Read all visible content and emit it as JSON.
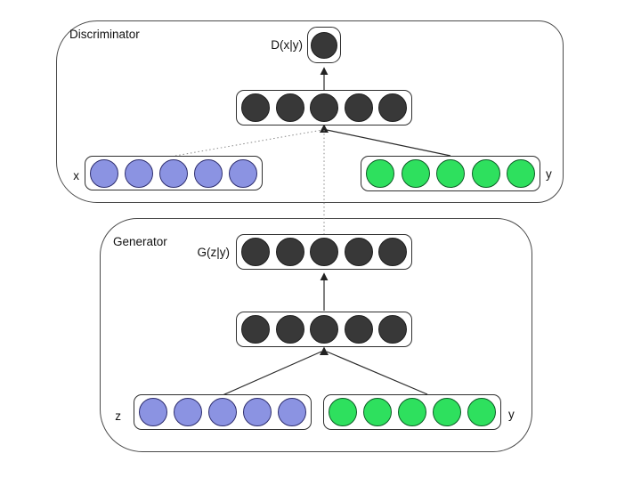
{
  "diagram": {
    "discriminator": {
      "label": "Discriminator",
      "output": {
        "label": "D(x|y)",
        "layer": {
          "count": 1,
          "fill": "#383838",
          "stroke": "#1f1f1f"
        }
      },
      "hidden_layer": {
        "count": 5,
        "fill": "#383838",
        "stroke": "#1f1f1f"
      },
      "input_x": {
        "label": "x",
        "layer": {
          "count": 5,
          "fill": "#8b93e2",
          "stroke": "#2e2e6e"
        }
      },
      "input_y": {
        "label": "y",
        "layer": {
          "count": 5,
          "fill": "#2ee05e",
          "stroke": "#0d5c26"
        }
      }
    },
    "generator": {
      "label": "Generator",
      "output": {
        "label": "G(z|y)",
        "layer": {
          "count": 5,
          "fill": "#383838",
          "stroke": "#1f1f1f"
        }
      },
      "hidden_layer": {
        "count": 5,
        "fill": "#383838",
        "stroke": "#1f1f1f"
      },
      "input_z": {
        "label": "z",
        "layer": {
          "count": 5,
          "fill": "#8b93e2",
          "stroke": "#2e2e6e"
        }
      },
      "input_y": {
        "label": "y",
        "layer": {
          "count": 5,
          "fill": "#2ee05e",
          "stroke": "#0d5c26"
        }
      }
    },
    "edge_colors": {
      "solid": "#2b2b2b",
      "dotted": "#8a8a8a"
    }
  }
}
